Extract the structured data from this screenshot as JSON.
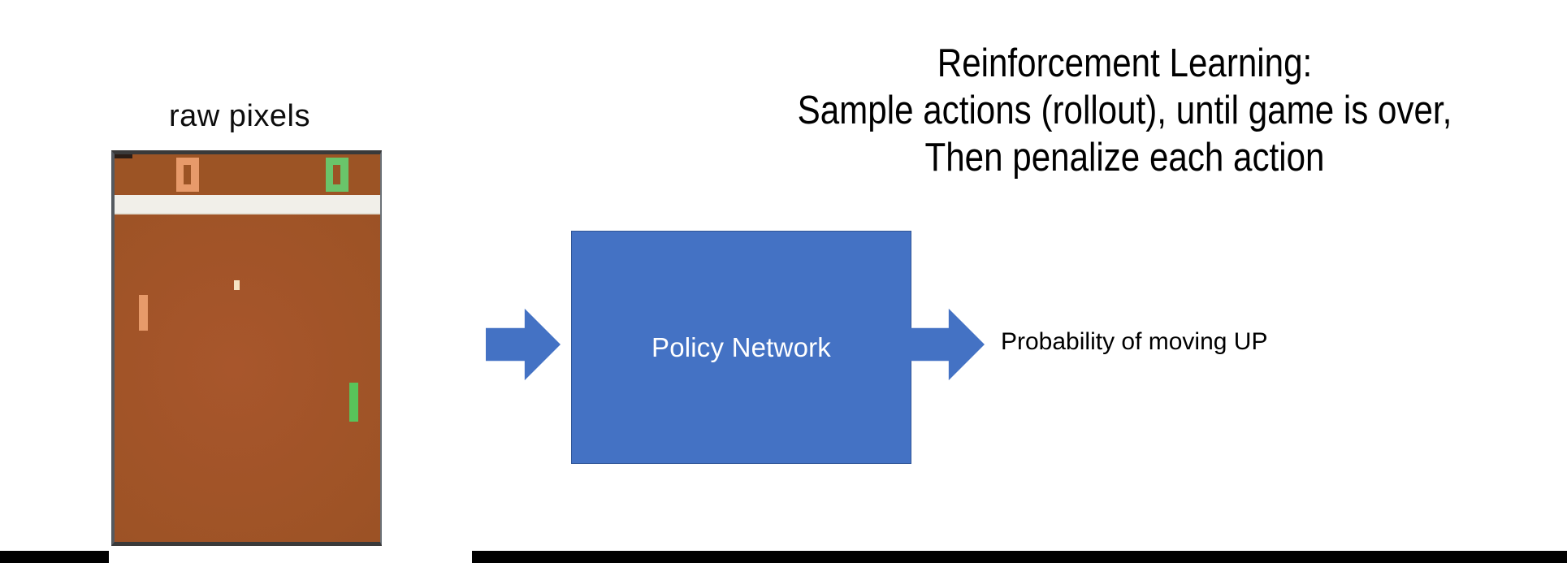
{
  "slide": {
    "background_color": "#ffffff",
    "headline": {
      "lines": [
        "Reinforcement Learning:",
        "Sample actions (rollout), until game is over,",
        "Then penalize each action"
      ],
      "color": "#000000"
    },
    "input_caption": "raw pixels",
    "policy_box": {
      "label": "Policy Network",
      "fill_color": "#4472c4",
      "text_color": "#ffffff"
    },
    "output_caption": "Probability of moving UP",
    "arrows": {
      "input_arrow_name": "right-arrow-icon",
      "output_arrow_name": "right-arrow-icon",
      "color": "#4472c4"
    },
    "game_frame": {
      "game": "Pong",
      "field_color": "#a0522d",
      "divider_color": "#f1efe9",
      "score_left_color": "#e79a6a",
      "score_right_color": "#6ac46a",
      "score_left_value": "0",
      "score_right_value": "0",
      "paddle_left_color": "#e79a6a",
      "paddle_right_color": "#59c45a",
      "ball_color": "#f6e5c4"
    },
    "letterbox_color": "#000000"
  }
}
